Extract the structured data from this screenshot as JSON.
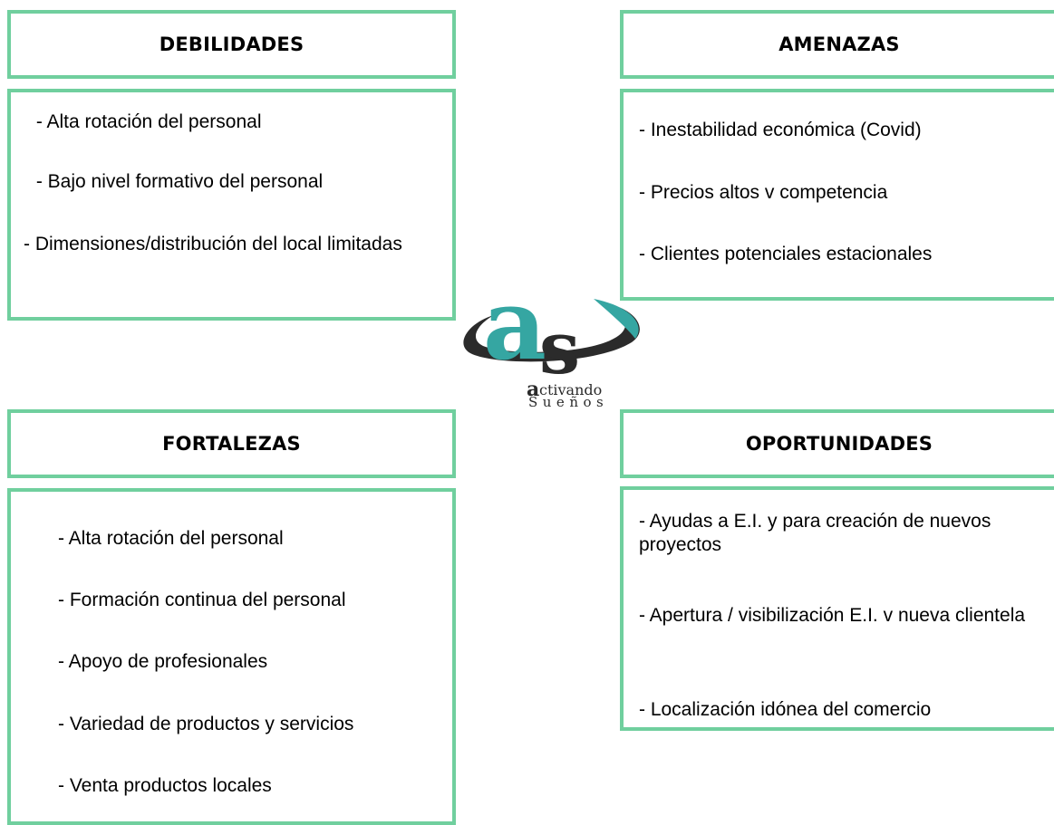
{
  "colors": {
    "border": "#70cf9e",
    "logo_teal": "#35a6a2",
    "logo_dark": "#2b2b2b"
  },
  "debilidades": {
    "title": "DEBILIDADES",
    "items": [
      " - Alta rotación del personal",
      " - Bajo nivel formativo del personal",
      " - Dimensiones/distribución del local limitadas"
    ]
  },
  "amenazas": {
    "title": "AMENAZAS",
    "items": [
      "- Inestabilidad económica (Covid)",
      "- Precios altos v competencia",
      "- Clientes potenciales estacionales"
    ]
  },
  "fortalezas": {
    "title": "FORTALEZAS",
    "items": [
      "- Alta rotación del personal",
      "- Formación continua del personal",
      "- Apoyo de profesionales",
      "- Variedad de productos y servicios",
      "- Venta productos locales"
    ]
  },
  "oportunidades": {
    "title": "OPORTUNIDADES",
    "items": [
      "- Ayudas a E.I. y para creación de nuevos proyectos",
      "- Apertura / visibilización E.I. v nueva clientela",
      "- Localización idónea del comercio"
    ]
  },
  "logo": {
    "monogram_a": "a",
    "monogram_s": "s",
    "line1": "ctivando",
    "line1_initial": "a",
    "line2": "Sueños"
  }
}
